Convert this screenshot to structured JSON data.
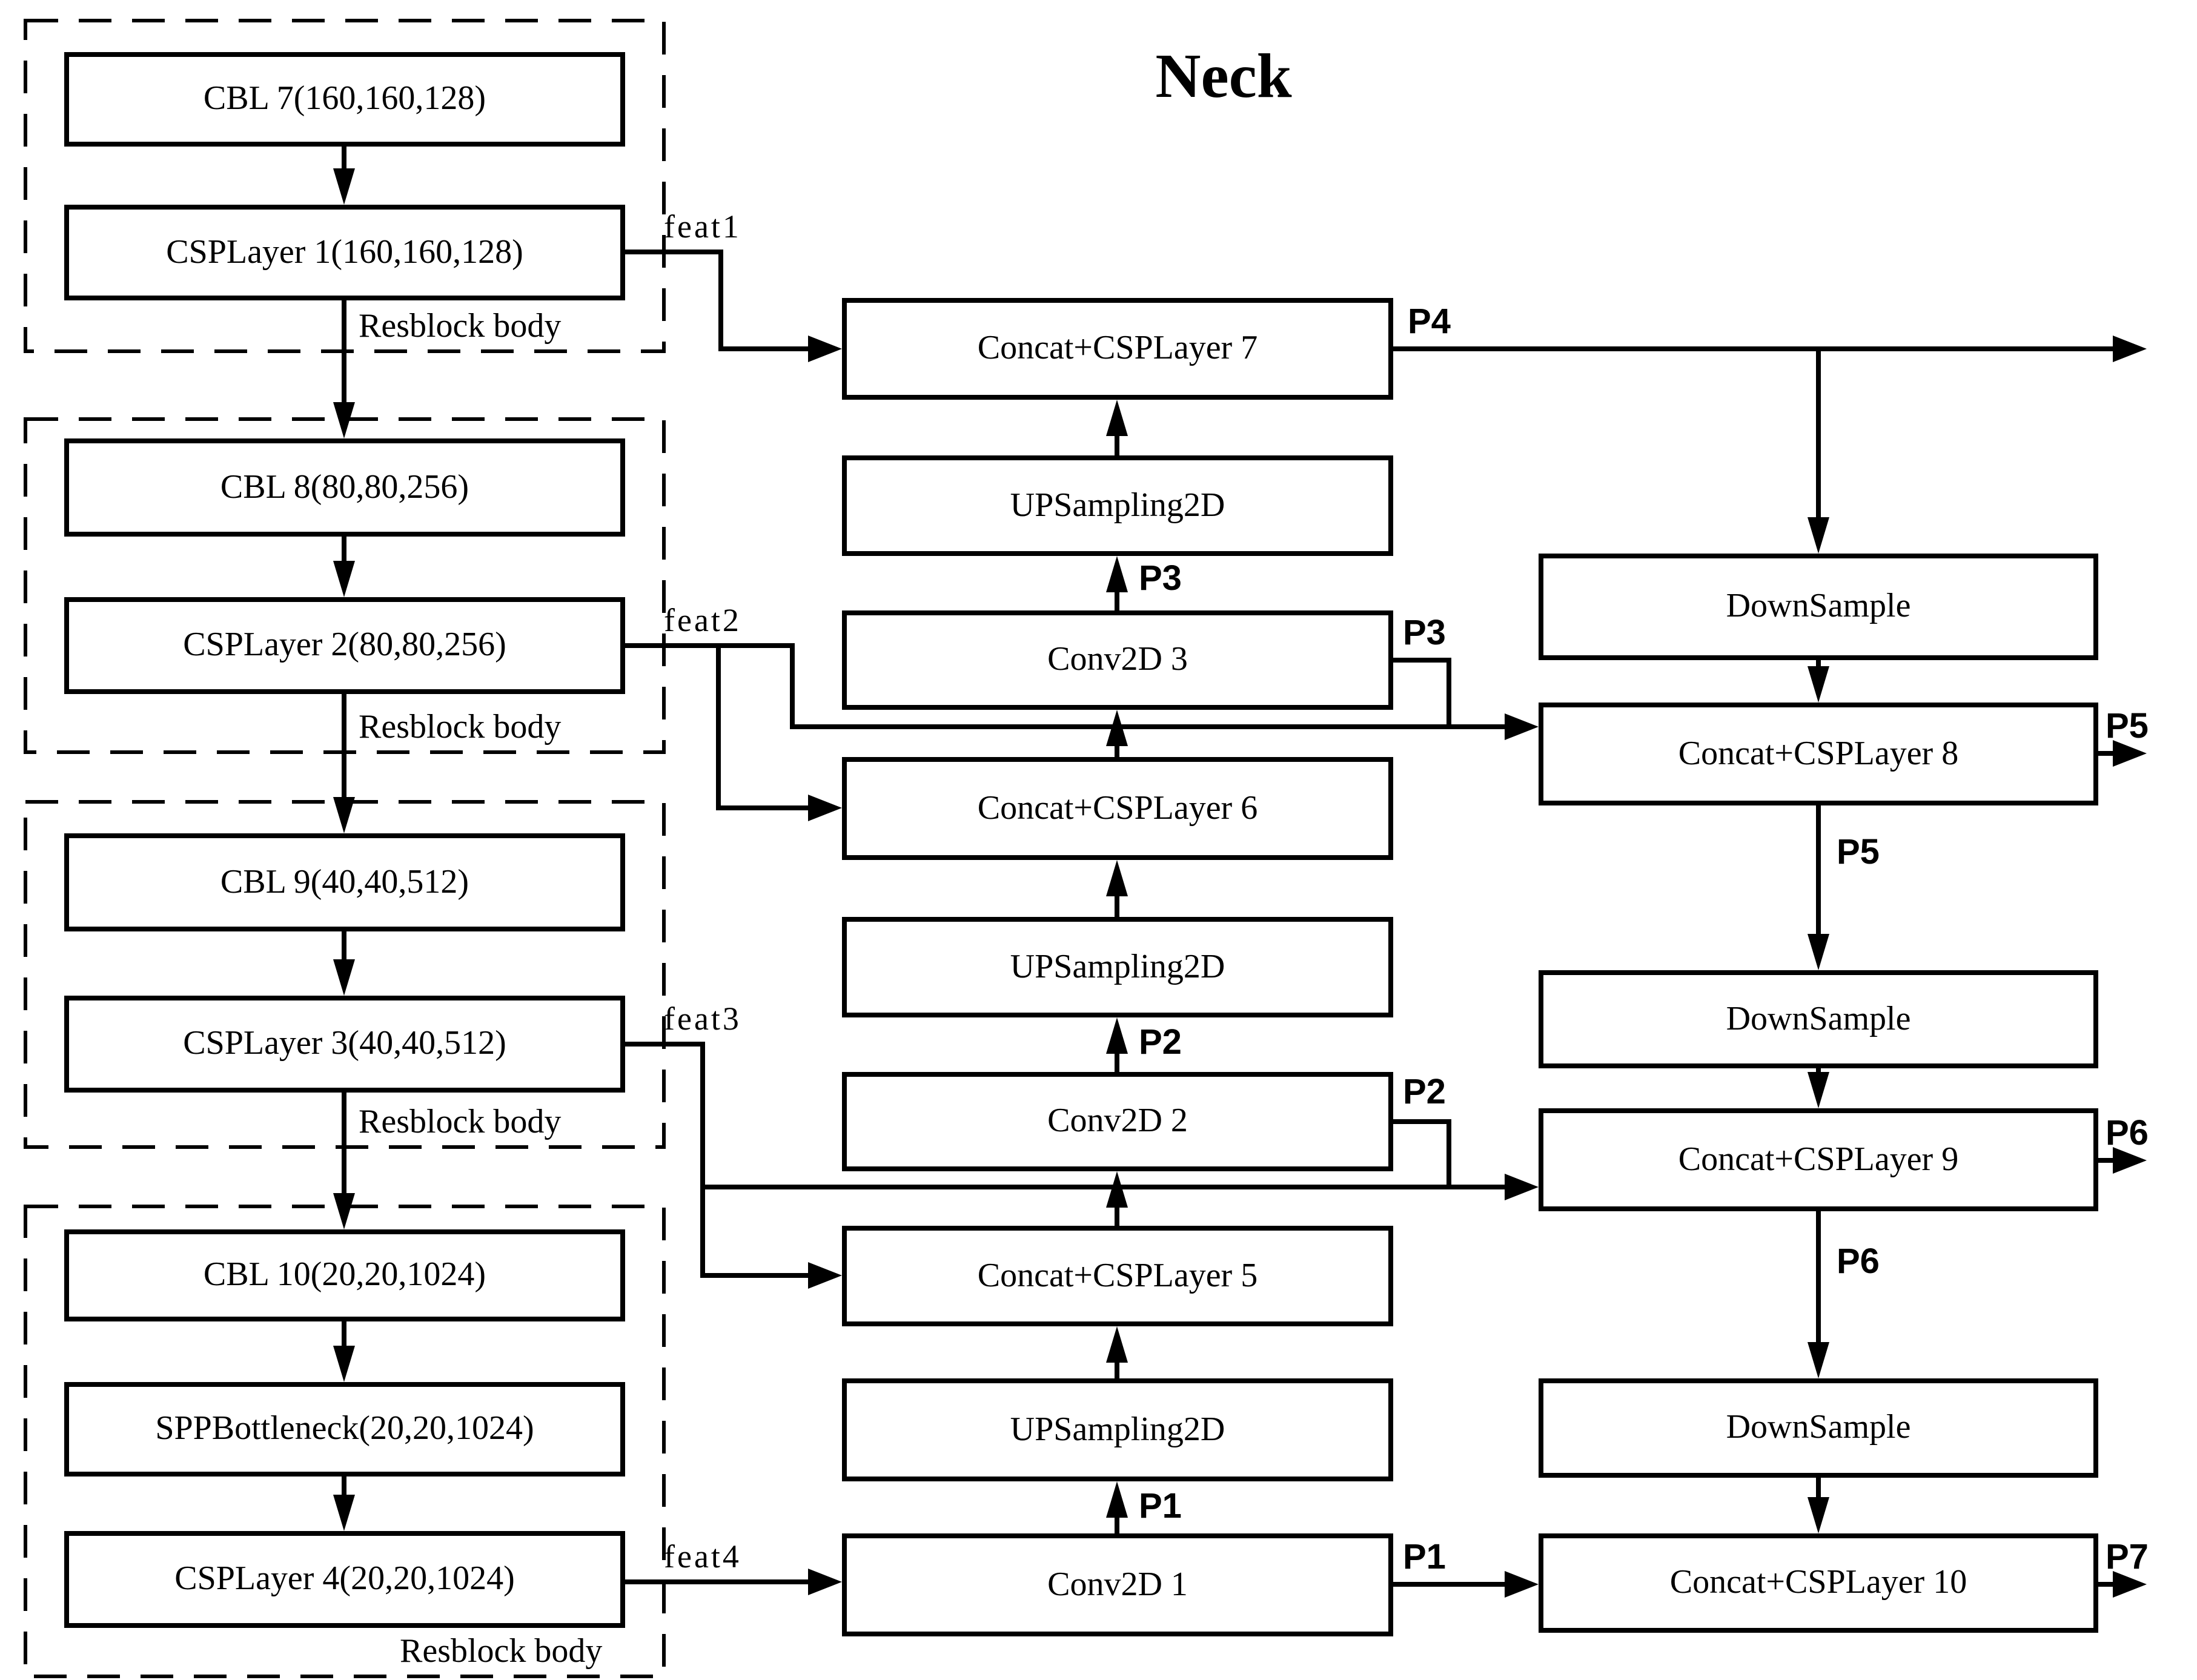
{
  "title": "Neck",
  "backbone": {
    "resblock_label": "Resblock body",
    "blocks": [
      {
        "feat_label": "feat1",
        "layers": [
          "CBL 7(160,160,128)",
          "CSPLayer 1(160,160,128)"
        ]
      },
      {
        "feat_label": "feat2",
        "layers": [
          "CBL 8(80,80,256)",
          "CSPLayer 2(80,80,256)"
        ]
      },
      {
        "feat_label": "feat3",
        "layers": [
          "CBL 9(40,40,512)",
          "CSPLayer 3(40,40,512)"
        ]
      },
      {
        "feat_label": "feat4",
        "layers": [
          "CBL 10(20,20,1024)",
          "SPPBottleneck(20,20,1024)",
          "CSPLayer 4(20,20,1024)"
        ]
      }
    ]
  },
  "neck": {
    "middle_column": {
      "concat7": "Concat+CSPLayer 7",
      "upsampling_top": "UPSampling2D",
      "conv3": "Conv2D 3",
      "concat6": "Concat+CSPLayer 6",
      "upsampling_mid": "UPSampling2D",
      "conv2": "Conv2D 2",
      "concat5": "Concat+CSPLayer 5",
      "upsampling_bottom": "UPSampling2D",
      "conv1": "Conv2D 1"
    },
    "right_column": {
      "downsample1": "DownSample",
      "concat8": "Concat+CSPLayer 8",
      "downsample2": "DownSample",
      "concat9": "Concat+CSPLayer 9",
      "downsample3": "DownSample",
      "concat10": "Concat+CSPLayer 10"
    },
    "ports": {
      "p1": "P1",
      "p2": "P2",
      "p3": "P3",
      "p4": "P4",
      "p5": "P5",
      "p6": "P6",
      "p7": "P7"
    }
  }
}
